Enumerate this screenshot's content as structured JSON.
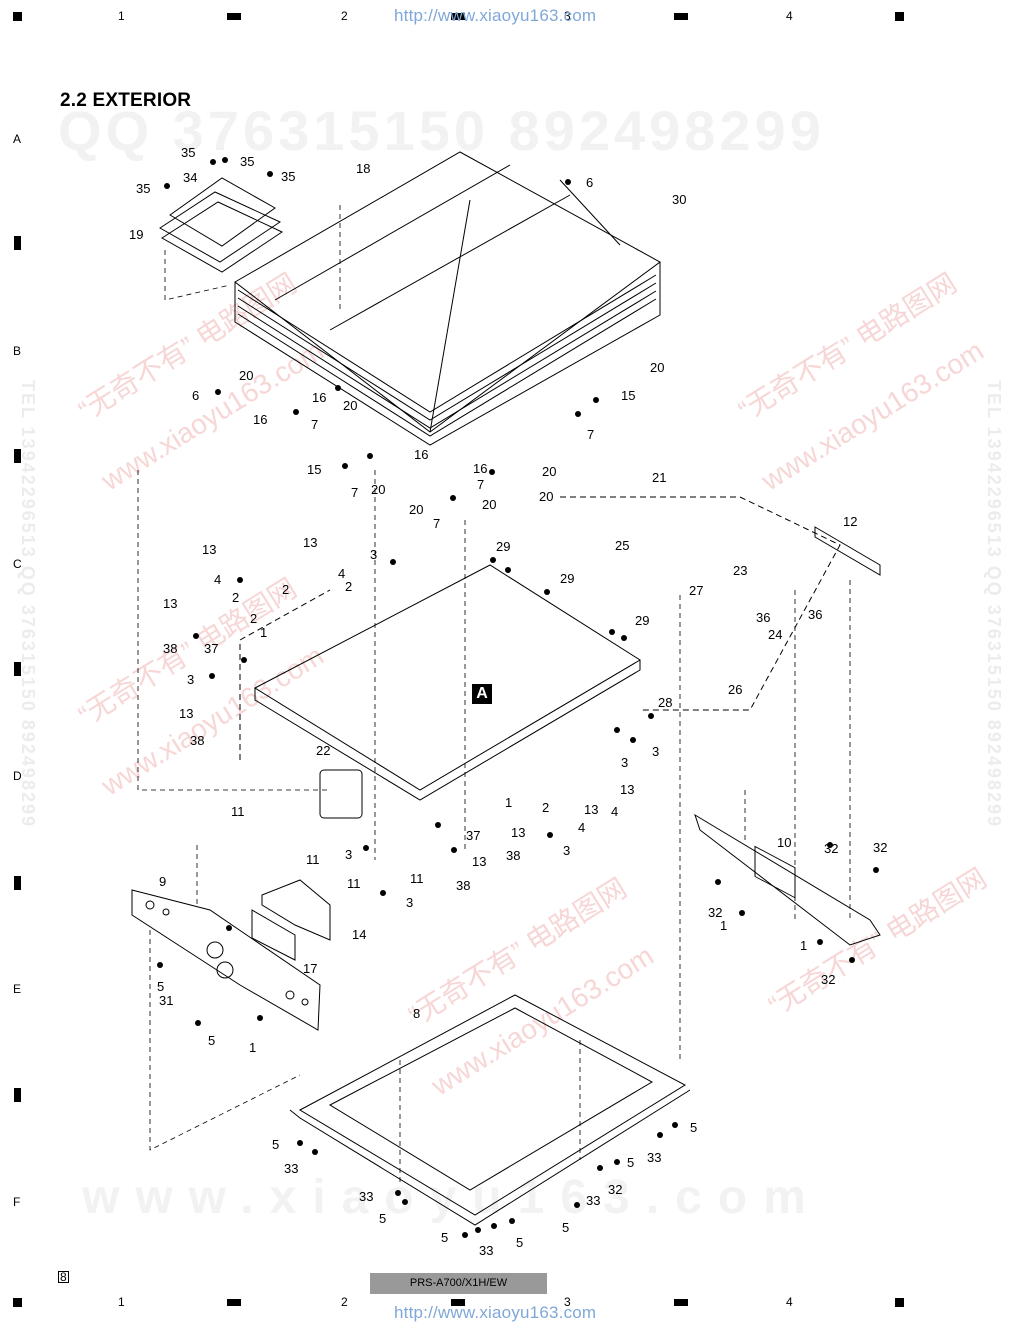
{
  "header": {
    "url": "http://www.xiaoyu163.com",
    "columns": [
      "1",
      "2",
      "3",
      "4"
    ]
  },
  "rows": [
    "A",
    "B",
    "C",
    "D",
    "E",
    "F"
  ],
  "section_title": "2.2 EXTERIOR",
  "watermarks": {
    "qq_line": "QQ 376315150   892498299",
    "www_line": "www.xiaoyu163.com",
    "red_cn": "“无奇不有” 电路图网",
    "red_url": "www.xiaoyu163.com",
    "side_right": "TEL 13942296513   QQ 376315150   892498299",
    "side_left": "TEL 13942296513   QQ 376315150   892498299"
  },
  "diagram_marker": "A",
  "callouts": [
    {
      "id": "c35a",
      "text": "35"
    },
    {
      "id": "c35b",
      "text": "35"
    },
    {
      "id": "c35c",
      "text": "35"
    },
    {
      "id": "c35d",
      "text": "35"
    },
    {
      "id": "c34",
      "text": "34"
    },
    {
      "id": "c19",
      "text": "19"
    },
    {
      "id": "c18",
      "text": "18"
    },
    {
      "id": "c6a",
      "text": "6"
    },
    {
      "id": "c30",
      "text": "30"
    },
    {
      "id": "c20a",
      "text": "20"
    },
    {
      "id": "c6b",
      "text": "6"
    },
    {
      "id": "c20b",
      "text": "20"
    },
    {
      "id": "c16a",
      "text": "16"
    },
    {
      "id": "c16b",
      "text": "16"
    },
    {
      "id": "c7a",
      "text": "7"
    },
    {
      "id": "c20c",
      "text": "20"
    },
    {
      "id": "c15a",
      "text": "15"
    },
    {
      "id": "c15b",
      "text": "15"
    },
    {
      "id": "c7b",
      "text": "7"
    },
    {
      "id": "c7c",
      "text": "7"
    },
    {
      "id": "c16c",
      "text": "16"
    },
    {
      "id": "c16d",
      "text": "16"
    },
    {
      "id": "c7d",
      "text": "7"
    },
    {
      "id": "c20d",
      "text": "20"
    },
    {
      "id": "c20e",
      "text": "20"
    },
    {
      "id": "c20f",
      "text": "20"
    },
    {
      "id": "c20g",
      "text": "20"
    },
    {
      "id": "c7e",
      "text": "7"
    },
    {
      "id": "c20h",
      "text": "20"
    },
    {
      "id": "c21",
      "text": "21"
    },
    {
      "id": "c12",
      "text": "12"
    },
    {
      "id": "c13a",
      "text": "13"
    },
    {
      "id": "c13b",
      "text": "13"
    },
    {
      "id": "c3a",
      "text": "3"
    },
    {
      "id": "c29a",
      "text": "29"
    },
    {
      "id": "c25",
      "text": "25"
    },
    {
      "id": "c4a",
      "text": "4"
    },
    {
      "id": "c4b",
      "text": "4"
    },
    {
      "id": "c2a",
      "text": "2"
    },
    {
      "id": "c2b",
      "text": "2"
    },
    {
      "id": "c2c",
      "text": "2"
    },
    {
      "id": "c2d",
      "text": "2"
    },
    {
      "id": "c29b",
      "text": "29"
    },
    {
      "id": "c23",
      "text": "23"
    },
    {
      "id": "c27",
      "text": "27"
    },
    {
      "id": "c13c",
      "text": "13"
    },
    {
      "id": "c1a",
      "text": "1"
    },
    {
      "id": "c36a",
      "text": "36"
    },
    {
      "id": "c36b",
      "text": "36"
    },
    {
      "id": "c24",
      "text": "24"
    },
    {
      "id": "c29c",
      "text": "29"
    },
    {
      "id": "c38a",
      "text": "38"
    },
    {
      "id": "c37a",
      "text": "37"
    },
    {
      "id": "c26",
      "text": "26"
    },
    {
      "id": "c3b",
      "text": "3"
    },
    {
      "id": "c28",
      "text": "28"
    },
    {
      "id": "c13d",
      "text": "13"
    },
    {
      "id": "c38b",
      "text": "38"
    },
    {
      "id": "c3c",
      "text": "3"
    },
    {
      "id": "c22",
      "text": "22"
    },
    {
      "id": "c3d",
      "text": "3"
    },
    {
      "id": "c13e",
      "text": "13"
    },
    {
      "id": "c11a",
      "text": "11"
    },
    {
      "id": "c1b",
      "text": "1"
    },
    {
      "id": "c2e",
      "text": "2"
    },
    {
      "id": "c13f",
      "text": "13"
    },
    {
      "id": "c4c",
      "text": "4"
    },
    {
      "id": "c4d",
      "text": "4"
    },
    {
      "id": "c11b",
      "text": "11"
    },
    {
      "id": "c37b",
      "text": "37"
    },
    {
      "id": "c13g",
      "text": "13"
    },
    {
      "id": "c3e",
      "text": "3"
    },
    {
      "id": "c38c",
      "text": "38"
    },
    {
      "id": "c13h",
      "text": "13"
    },
    {
      "id": "c3f",
      "text": "3"
    },
    {
      "id": "c11c",
      "text": "11"
    },
    {
      "id": "c11d",
      "text": "11"
    },
    {
      "id": "c38d",
      "text": "38"
    },
    {
      "id": "c3g",
      "text": "3"
    },
    {
      "id": "c10",
      "text": "10"
    },
    {
      "id": "c32a",
      "text": "32"
    },
    {
      "id": "c32b",
      "text": "32"
    },
    {
      "id": "c9",
      "text": "9"
    },
    {
      "id": "c32c",
      "text": "32"
    },
    {
      "id": "c1c",
      "text": "1"
    },
    {
      "id": "c1d",
      "text": "1"
    },
    {
      "id": "c14",
      "text": "14"
    },
    {
      "id": "c17",
      "text": "17"
    },
    {
      "id": "c32d",
      "text": "32"
    },
    {
      "id": "c5a",
      "text": "5"
    },
    {
      "id": "c31",
      "text": "31"
    },
    {
      "id": "c8",
      "text": "8"
    },
    {
      "id": "c5b",
      "text": "5"
    },
    {
      "id": "c1e",
      "text": "1"
    },
    {
      "id": "c5c",
      "text": "5"
    },
    {
      "id": "c5d",
      "text": "5"
    },
    {
      "id": "c33a",
      "text": "33"
    },
    {
      "id": "c33b",
      "text": "33"
    },
    {
      "id": "c5e",
      "text": "5"
    },
    {
      "id": "c33c",
      "text": "33"
    },
    {
      "id": "c32e",
      "text": "32"
    },
    {
      "id": "c33d",
      "text": "33"
    },
    {
      "id": "c5f",
      "text": "5"
    },
    {
      "id": "c5g",
      "text": "5"
    },
    {
      "id": "c5h",
      "text": "5"
    },
    {
      "id": "c33e",
      "text": "33"
    },
    {
      "id": "c5i",
      "text": "5"
    }
  ],
  "footer": {
    "page": "8",
    "model": "PRS-A700/X1H/EW",
    "url": "http://www.xiaoyu163.com"
  }
}
